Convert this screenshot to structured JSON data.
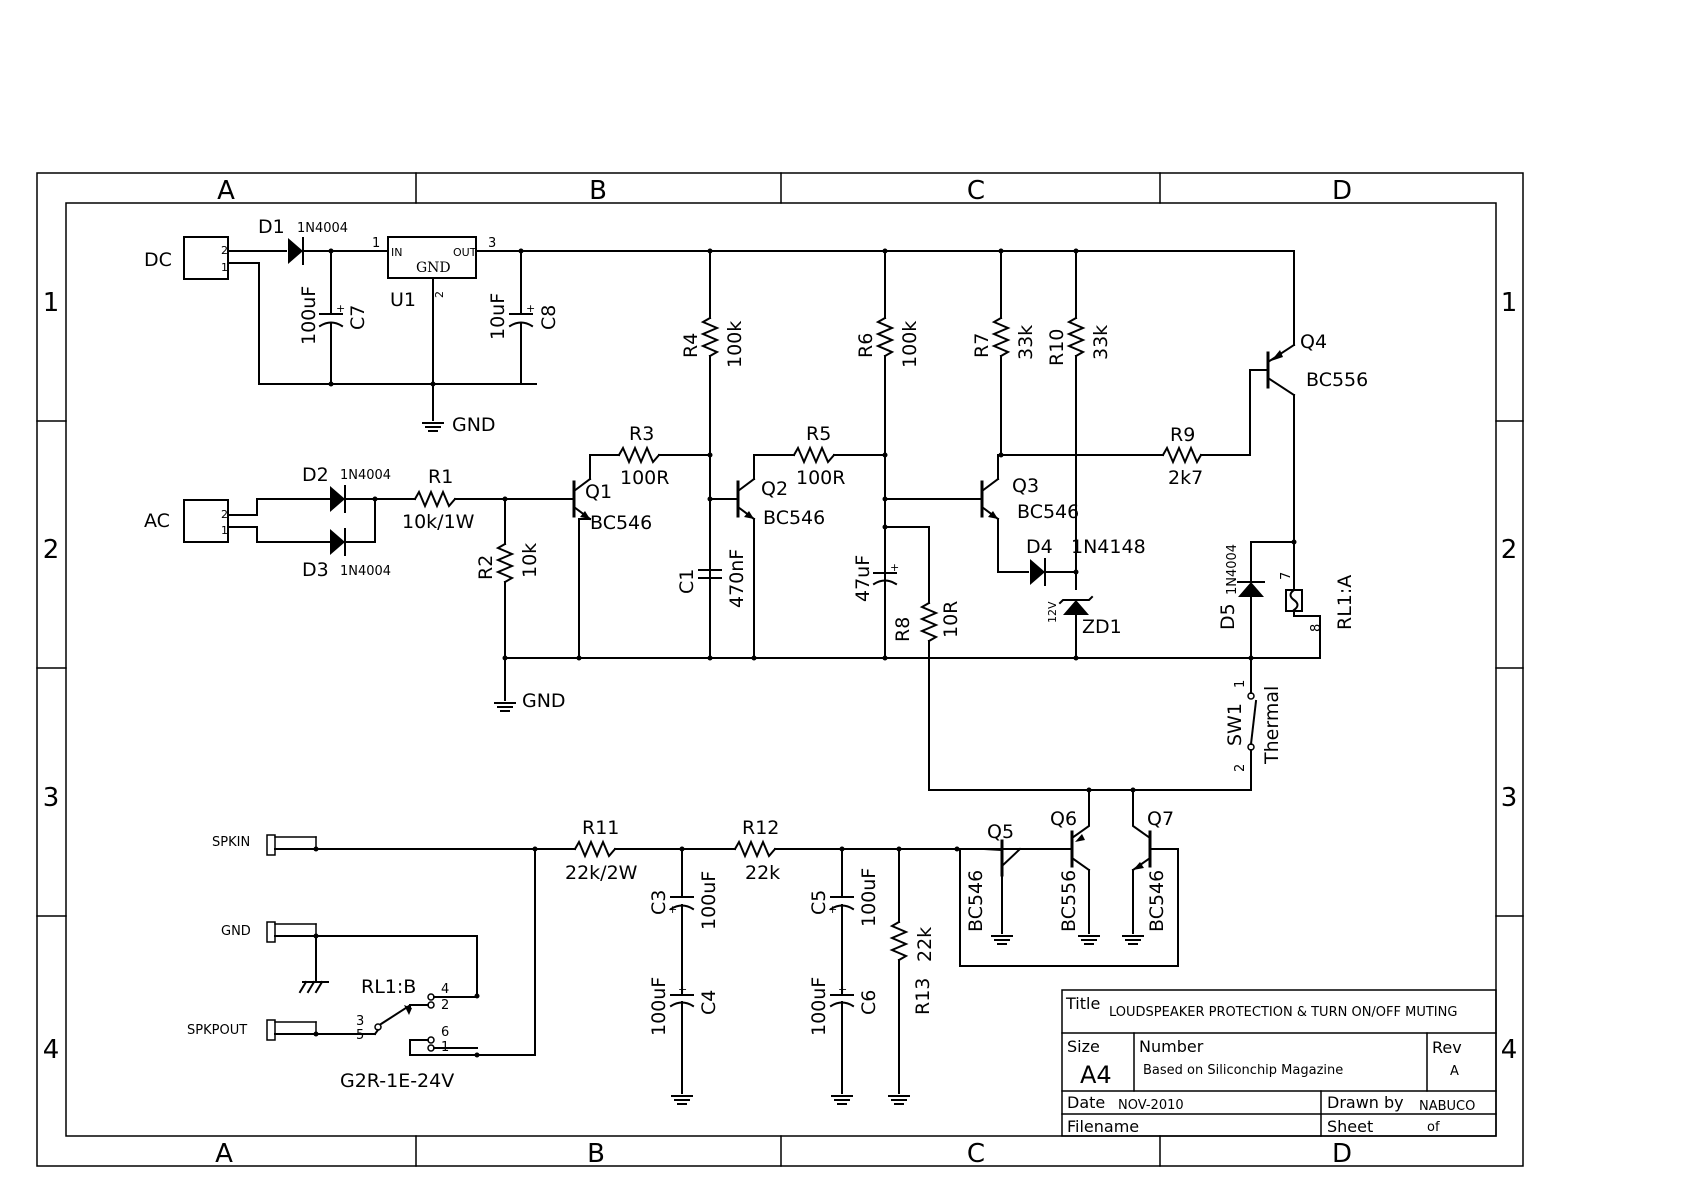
{
  "grid": {
    "columns": [
      "A",
      "B",
      "C",
      "D"
    ],
    "rows": [
      "1",
      "2",
      "3",
      "4"
    ]
  },
  "connectors": {
    "dc": "DC",
    "ac": "AC",
    "spkin": "SPKIN",
    "gnd": "GND",
    "spkpout": "SPKPOUT",
    "pin1": "1",
    "pin2": "2"
  },
  "regulator": {
    "ref": "U1",
    "body": "GND",
    "in": "IN",
    "out": "OUT",
    "pin_in": "1",
    "pin_out": "3",
    "pin_gnd": "2"
  },
  "gnd_symbol": "GND",
  "components": {
    "D1": {
      "ref": "D1",
      "value": "1N4004"
    },
    "D2": {
      "ref": "D2",
      "value": "1N4004"
    },
    "D3": {
      "ref": "D3",
      "value": "1N4004"
    },
    "D4": {
      "ref": "D4",
      "value": "1N4148"
    },
    "D5": {
      "ref": "D5",
      "value": "1N4004"
    },
    "ZD1": {
      "ref": "ZD1",
      "value": "12V"
    },
    "C1": {
      "ref": "C1",
      "value": "470nF"
    },
    "C3": {
      "ref": "C3",
      "value": "100uF"
    },
    "C4": {
      "ref": "C4",
      "value": "100uF"
    },
    "C5": {
      "ref": "C5",
      "value": "100uF"
    },
    "C6": {
      "ref": "C6",
      "value": "100uF"
    },
    "C7": {
      "ref": "C7",
      "value": "100uF"
    },
    "C8": {
      "ref": "C8",
      "value": "10uF"
    },
    "C47": {
      "value": "47uF"
    },
    "R1": {
      "ref": "R1",
      "value": "10k/1W"
    },
    "R2": {
      "ref": "R2",
      "value": "10k"
    },
    "R3": {
      "ref": "R3",
      "value": "100R"
    },
    "R4": {
      "ref": "R4",
      "value": "100k"
    },
    "R5": {
      "ref": "R5",
      "value": "100R"
    },
    "R6": {
      "ref": "R6",
      "value": "100k"
    },
    "R7": {
      "ref": "R7",
      "value": "33k"
    },
    "R8": {
      "ref": "R8",
      "value": "10R"
    },
    "R9": {
      "ref": "R9",
      "value": "2k7"
    },
    "R10": {
      "ref": "R10",
      "value": "33k"
    },
    "R11": {
      "ref": "R11",
      "value": "22k/2W"
    },
    "R12": {
      "ref": "R12",
      "value": "22k"
    },
    "R13": {
      "ref": "R13",
      "value": "22k"
    },
    "Q1": {
      "ref": "Q1",
      "value": "BC546"
    },
    "Q2": {
      "ref": "Q2",
      "value": "BC546"
    },
    "Q3": {
      "ref": "Q3",
      "value": "BC546"
    },
    "Q4": {
      "ref": "Q4",
      "value": "BC556"
    },
    "Q5": {
      "ref": "Q5",
      "value": "BC546"
    },
    "Q6": {
      "ref": "Q6",
      "value": "BC556"
    },
    "Q7": {
      "ref": "Q7",
      "value": "BC546"
    },
    "RL1A": {
      "ref": "RL1:A",
      "pin7": "7",
      "pin8": "8"
    },
    "RL1B": {
      "ref": "RL1:B",
      "part": "G2R-1E-24V",
      "p4": "4",
      "p2": "2",
      "p3": "3",
      "p5": "5",
      "p6": "6",
      "p1": "1"
    },
    "SW1": {
      "ref": "SW1",
      "value": "Thermal",
      "pin1": "1",
      "pin2": "2"
    }
  },
  "title_block": {
    "title_label": "Title",
    "title": "LOUDSPEAKER PROTECTION & TURN ON/OFF MUTING",
    "size_label": "Size",
    "size": "A4",
    "number_label": "Number",
    "number": "Based on Siliconchip Magazine",
    "rev_label": "Rev",
    "rev": "A",
    "date_label": "Date",
    "date": "NOV-2010",
    "drawn_label": "Drawn by",
    "drawn": "NABUCO",
    "filename_label": "Filename",
    "sheet_label": "Sheet",
    "of_label": "of"
  }
}
